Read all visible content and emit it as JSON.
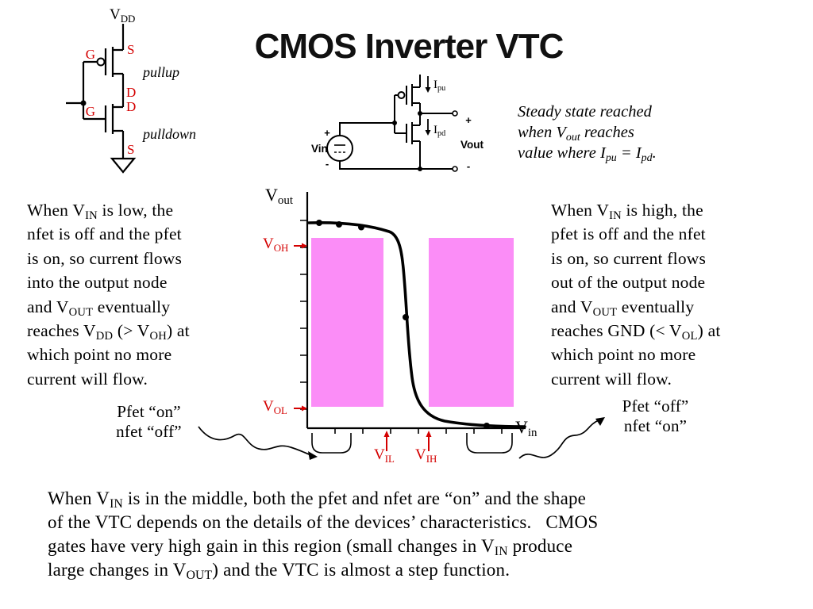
{
  "title": "CMOS Inverter VTC",
  "colors": {
    "red": "#d40000",
    "magenta": "#fb8df7",
    "curve": "#000000"
  },
  "pullup_schematic": {
    "vdd_html": "V<sub>DD</sub>",
    "s_top": "S",
    "g_top": "G",
    "d_top": "D",
    "d_bottom": "D",
    "g_bottom": "G",
    "s_bottom": "S",
    "pullup": "pullup",
    "pulldown": "pulldown"
  },
  "mini_circuit": {
    "vin": "Vin",
    "vout": "Vout",
    "ipu_html": "I<sub>pu</sub>",
    "ipd_html": "I<sub>pd</sub>",
    "src_plus": "+",
    "src_minus": "-",
    "out_plus": "+",
    "out_minus": "-"
  },
  "steady_note_html": "Steady state reached<br>when V<sub>out</sub> reaches<br>value where I<sub>pu</sub> = I<sub>pd</sub>.",
  "left_note_html": "When V<sub>IN</sub> is low, the<br>nfet is off and the pfet<br>is on, so current flows<br>into the output node<br>and V<sub>OUT</sub> eventually<br>reaches V<sub>DD</sub> (&gt; V<sub>OH</sub>) at<br>which point no more<br>current will flow.",
  "right_note_html": "When V<sub>IN</sub> is high, the<br>pfet is off and the nfet<br>is on, so current flows<br>out of the output node<br>and V<sub>OUT</sub> eventually<br>reaches GND (&lt; V<sub>OL</sub>) at<br>which point no more<br>current will flow.",
  "graph": {
    "y_label_html": "V<sub>out</sub>",
    "x_label_html": "V<sub>in</sub>",
    "voh_html": "V<sub>OH</sub>",
    "vol_html": "V<sub>OL</sub>",
    "vil_html": "V<sub>IL</sub>",
    "vih_html": "V<sub>IH</sub>"
  },
  "callouts": {
    "pfet_on_html": "Pfet “on”<br>nfet “off”",
    "pfet_off_html": "Pfet “off”<br>nfet “on”"
  },
  "bottom_note_html": "When V<sub>IN</sub> is in the middle, both the pfet and nfet are “on” and the shape<br>of the VTC depends on the details of the devices’ characteristics. &nbsp;&nbsp;CMOS<br>gates have very high gain in this region (small changes in V<sub>IN</sub> produce<br>large changes in V<sub>OUT</sub>) and the VTC is almost a step function."
}
